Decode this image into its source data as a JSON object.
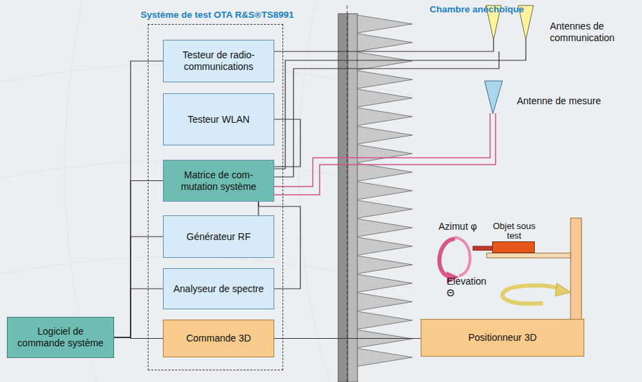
{
  "diagram": {
    "nodes": [
      {
        "text": [
          "Système de test OTA R&S®TS8991"
        ]
      },
      {
        "text": [
          "Testeur de radio- communications"
        ],
        "in": 0
      },
      {
        "text": [
          "Testeur WLAN"
        ],
        "in": 0
      },
      {
        "text": [
          "Matrice de com- mutation système"
        ],
        "in": 0
      },
      {
        "text": [
          "Générateur RF"
        ],
        "in": 0
      },
      {
        "text": [
          "Analyseur de spectre"
        ],
        "in": 0
      },
      {
        "text": [
          "Commande 3D"
        ],
        "in": 0
      },
      {
        "text": [
          "Logiciel de commande système"
        ]
      },
      {
        "text": [
          "Positionneur 3D"
        ]
      },
      {
        "text": [
          "Objet sous test"
        ]
      }
    ],
    "edges": [
      {
        "from": 7,
        "to": 1,
        "arrow": "none"
      },
      {
        "from": 7,
        "to": 3,
        "arrow": "none"
      },
      {
        "from": 7,
        "to": 4,
        "arrow": "none"
      },
      {
        "from": 7,
        "to": 5,
        "arrow": "none"
      },
      {
        "from": 7,
        "to": 6,
        "arrow": "none"
      },
      {
        "from": 2,
        "to": 3,
        "arrow": "none"
      },
      {
        "from": 3,
        "to": 4,
        "arrow": "none"
      },
      {
        "from": 3,
        "to": 5,
        "arrow": "none"
      },
      {
        "from": 6,
        "to": 8,
        "arrow": "none"
      }
    ],
    "labels": [
      "Chambre anéchoïque",
      "Antennes de communication",
      "Antenne de mesure",
      "Azimut φ",
      "Elevation Θ"
    ]
  }
}
